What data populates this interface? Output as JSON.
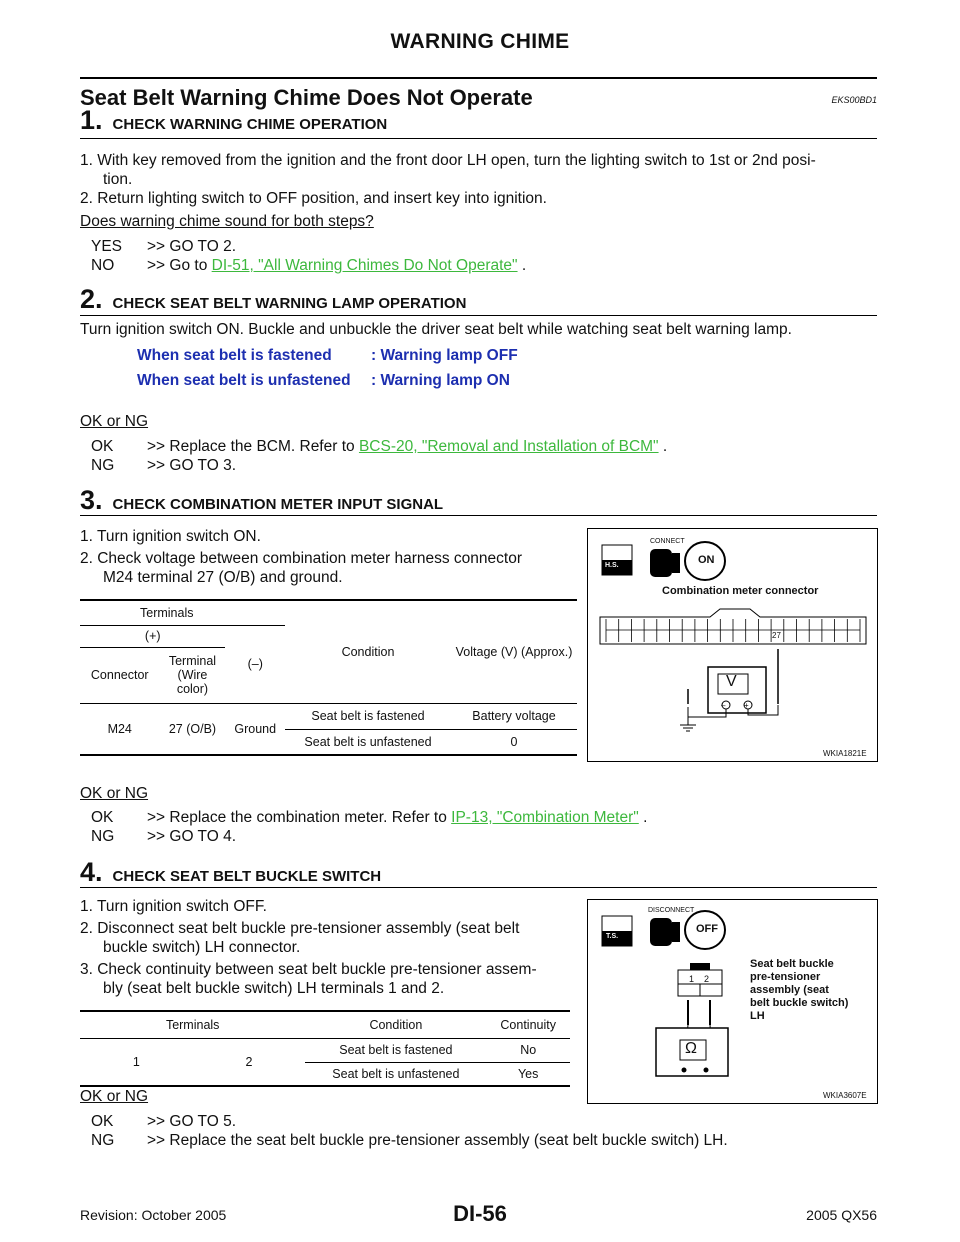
{
  "header": {
    "title": "WARNING CHIME"
  },
  "section": {
    "title": "Seat Belt Warning Chime Does Not Operate",
    "code": "EKS00BD1"
  },
  "steps": [
    {
      "number": "1.",
      "title": "CHECK WARNING CHIME OPERATION",
      "items": [
        "1.   With key removed from the ignition and the front door LH open, turn the lighting switch to 1st or 2nd posi-",
        "tion.",
        "2.   Return lighting switch to OFF position, and insert key into ignition."
      ],
      "question": "Does warning chime sound for both steps?",
      "yes": {
        "label": "YES",
        "text": ">> GO TO 2."
      },
      "no": {
        "label": "NO",
        "prefix": ">> Go to",
        "link": "DI-51, \"All Warning Chimes Do Not Operate\"",
        "suffix": "."
      }
    },
    {
      "number": "2.",
      "title": "CHECK SEAT BELT WARNING LAMP OPERATION",
      "text": "Turn ignition switch ON. Buckle and unbuckle the driver seat belt while watching seat belt warning lamp.",
      "spec": [
        {
          "cond": "When seat belt is fastened",
          "result": ": Warning lamp OFF"
        },
        {
          "cond": "When seat belt is unfastened",
          "result": ": Warning lamp ON"
        }
      ],
      "question": "OK or NG",
      "ok": {
        "label": "OK",
        "prefix": ">> Replace the BCM. Refer to",
        "link": "BCS-20, \"Removal and Installation of BCM\"",
        "suffix": "."
      },
      "ng": {
        "label": "NG",
        "text": ">> GO TO 3."
      }
    },
    {
      "number": "3.",
      "title": "CHECK COMBINATION METER INPUT SIGNAL",
      "items": [
        "1.   Turn ignition switch ON.",
        "2.   Check voltage between combination meter harness connector",
        "M24 terminal 27 (O/B) and ground."
      ],
      "table": {
        "terminals": "Terminals",
        "plus": "(+)",
        "minus": "(–)",
        "connector": "Connector",
        "terminal": "Terminal (Wire color)",
        "condition": "Condition",
        "voltage": "Voltage (V) (Approx.)",
        "row_connector": "M24",
        "row_terminal": "27 (O/B)",
        "row_ground": "Ground",
        "rows": [
          {
            "condition": "Seat belt is fastened",
            "value": "Battery voltage"
          },
          {
            "condition": "Seat belt is unfastened",
            "value": "0"
          }
        ]
      },
      "figure": {
        "hs": "H.S.",
        "connect": "CONNECT",
        "on": "ON",
        "caption": "Combination meter connector",
        "pin": "27",
        "meter": "V",
        "neg": "–",
        "pos": "+",
        "code": "WKIA1821E"
      },
      "question": "OK or NG",
      "ok": {
        "label": "OK",
        "prefix": ">> Replace the combination meter. Refer to",
        "link": "IP-13, \"Combination Meter\"",
        "suffix": "."
      },
      "ng": {
        "label": "NG",
        "text": ">> GO TO 4."
      }
    },
    {
      "number": "4.",
      "title": "CHECK SEAT BELT BUCKLE SWITCH",
      "items": [
        "1.   Turn ignition switch OFF.",
        "2.   Disconnect seat belt buckle pre-tensioner assembly (seat belt",
        "buckle switch) LH connector.",
        "3.   Check continuity between seat belt buckle pre-tensioner assem-",
        "bly (seat belt buckle switch) LH terminals 1 and 2."
      ],
      "table": {
        "terminals": "Terminals",
        "condition": "Condition",
        "continuity": "Continuity",
        "t1": "1",
        "t2": "2",
        "rows": [
          {
            "condition": "Seat belt is fastened",
            "value": "No"
          },
          {
            "condition": "Seat belt is unfastened",
            "value": "Yes"
          }
        ]
      },
      "figure": {
        "ts": "T.S.",
        "disconnect": "DISCONNECT",
        "off": "OFF",
        "pin1": "1",
        "pin2": "2",
        "label_lines": [
          "Seat belt buckle",
          "pre-tensioner",
          "assembly (seat",
          "belt buckle switch)",
          "LH"
        ],
        "meter": "Ω",
        "code": "WKIA3607E"
      },
      "question": "OK or NG",
      "ok": {
        "label": "OK",
        "text": ">> GO TO 5."
      },
      "ng": {
        "label": "NG",
        "text": ">> Replace the seat belt buckle pre-tensioner assembly (seat belt buckle switch) LH."
      }
    }
  ],
  "footer": {
    "revision": "Revision: October 2005",
    "page": "DI-56",
    "model": "2005 QX56"
  }
}
